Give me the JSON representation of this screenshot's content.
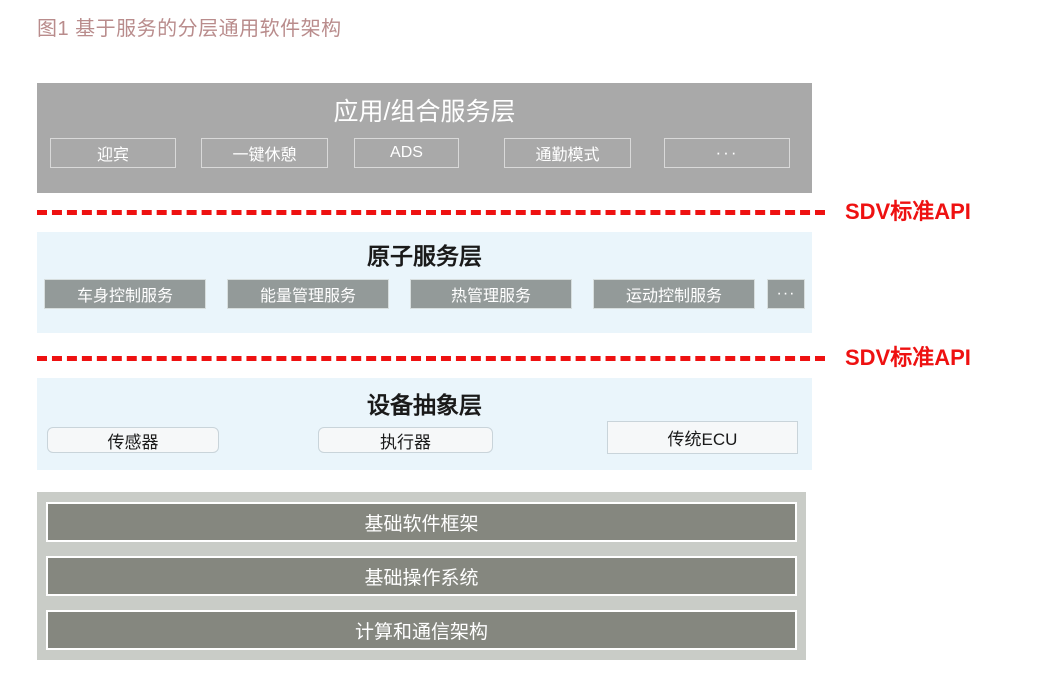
{
  "figure": {
    "title": "图1  基于服务的分层通用软件架构",
    "title_color": "#b98c8c"
  },
  "colors": {
    "layer_app_bg": "#a9a9a9",
    "layer_blue_bg": "#eaf5fb",
    "atomic_chip_bg": "#939a99",
    "foundation_bg": "#c9ccc7",
    "foundation_bar_bg": "#85877f",
    "api_red": "#ee1111"
  },
  "layers": {
    "application": {
      "heading": "应用/组合服务层",
      "chips": [
        {
          "label": "迎宾"
        },
        {
          "label": "一键休憩"
        },
        {
          "label": "ADS"
        },
        {
          "label": "通勤模式"
        },
        {
          "label": "···"
        }
      ]
    },
    "atomic": {
      "heading": "原子服务层",
      "chips": [
        {
          "label": "车身控制服务"
        },
        {
          "label": "能量管理服务"
        },
        {
          "label": "热管理服务"
        },
        {
          "label": "运动控制服务"
        },
        {
          "label": "···"
        }
      ]
    },
    "device": {
      "heading": "设备抽象层",
      "chips": [
        {
          "label": "传感器"
        },
        {
          "label": "执行器"
        },
        {
          "label": "传统ECU"
        }
      ]
    },
    "foundation": {
      "bars": [
        {
          "label": "基础软件框架"
        },
        {
          "label": "基础操作系统"
        },
        {
          "label": "计算和通信架构"
        }
      ]
    }
  },
  "separators": [
    {
      "label": "SDV标准API"
    },
    {
      "label": "SDV标准API"
    }
  ]
}
